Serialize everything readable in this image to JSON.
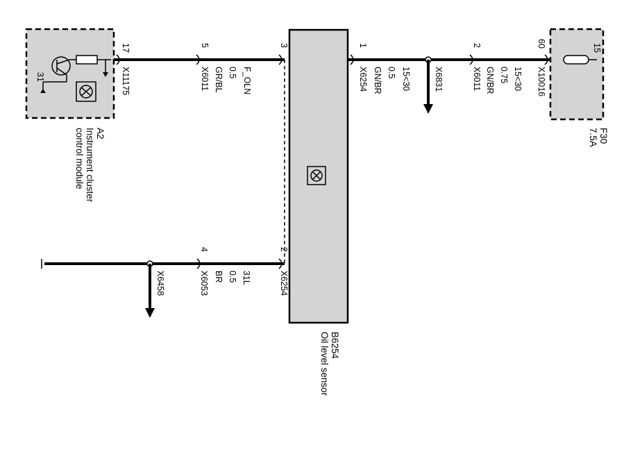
{
  "a2": {
    "id": "A2",
    "name_line1": "Instrument cluster",
    "name_line2": "control module",
    "pin": "17",
    "connector": "X11175",
    "ground_label": "31"
  },
  "f30": {
    "id": "F30",
    "rating": "7.5A",
    "pin": "60",
    "terminal": "15",
    "connector": "X10016",
    "signal": "15<30",
    "size": "0.75",
    "color": "GN/BR"
  },
  "sensor": {
    "id": "B6254",
    "name": "Oil level sensor",
    "pin_1": "1",
    "pin_2": "2",
    "pin_3": "3",
    "connector_1": "X6254",
    "connector_2": "X6254"
  },
  "wires": {
    "w_signal": {
      "pin": "5",
      "connector": "X6011",
      "color": "GR/BL",
      "size": "0.5",
      "signal": "F_OLN"
    },
    "w_power1": {
      "connector": "X6254",
      "color": "GN/BR",
      "size": "0.5",
      "signal": "15<30"
    },
    "w_power2": {
      "pin": "2",
      "connector": "X6011",
      "color": "GN/BR",
      "size": "0.75",
      "signal": "15<30"
    },
    "splice_power": "X6831",
    "w_ground": {
      "pin": "4",
      "connector": "X6053",
      "color": "BR",
      "size": "0.5",
      "signal": "31L"
    },
    "splice_ground": "X6458"
  }
}
